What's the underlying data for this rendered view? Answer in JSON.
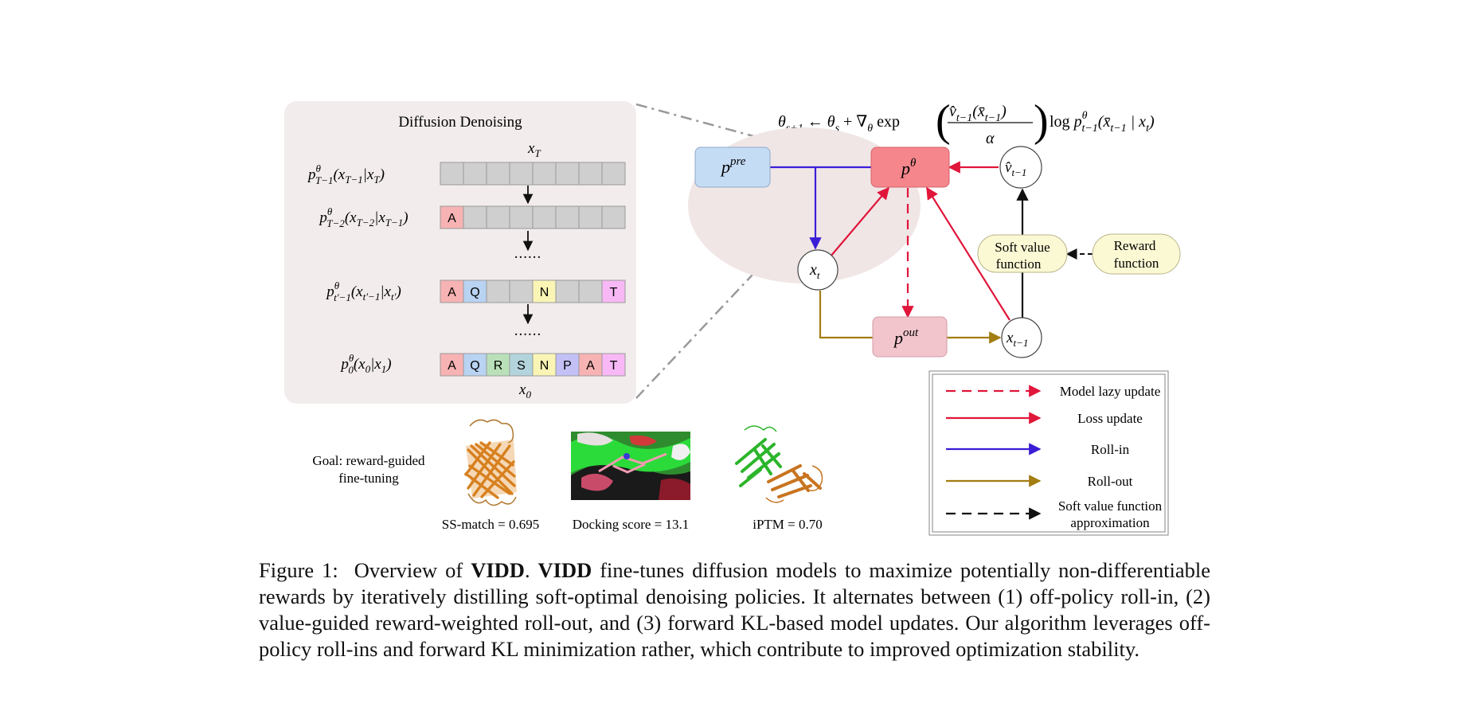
{
  "left_panel": {
    "title": "Diffusion Denoising",
    "top_label_base": "x",
    "top_label_sub": "T",
    "bottom_label_base": "x",
    "bottom_label_sub": "0",
    "dots": "......",
    "rows": [
      {
        "label": "pθT−1(xT−1|xT)",
        "tokens": [
          "",
          "",
          "",
          "",
          "",
          "",
          "",
          ""
        ]
      },
      {
        "label": "pθT−2(xT−2|xT−1)",
        "tokens": [
          "A",
          "",
          "",
          "",
          "",
          "",
          "",
          ""
        ]
      },
      {
        "label": "pθt′−1(xt′−1|xt′)",
        "tokens": [
          "A",
          "Q",
          "",
          "",
          "N",
          "",
          "",
          "T"
        ]
      },
      {
        "label": "pθ0(x0|x1)",
        "tokens": [
          "A",
          "Q",
          "R",
          "S",
          "N",
          "P",
          "A",
          "T"
        ]
      }
    ],
    "token_colors": {
      "A": "#f7b3b3",
      "Q": "#b9d3f2",
      "R": "#b9e0b9",
      "S": "#b3d4dc",
      "N": "#fbf5b5",
      "P": "#c2c0f5",
      "T": "#f8b8f5",
      "empty": "#cfcfcf"
    }
  },
  "diagram": {
    "equation": "θs+1 ← θs + ∇θ exp(v̂t−1(x̄t−1)/α) log pθt−1(x̄t−1 | xt)",
    "nodes": {
      "p_pre": "p^pre",
      "p_theta": "p^θ",
      "v_hat": "v̂t−1",
      "x_t": "xt",
      "p_out": "p^out",
      "x_t_minus_1": "xt−1",
      "soft_value": [
        "Soft value",
        "function"
      ],
      "reward": [
        "Reward",
        "function"
      ]
    },
    "colors": {
      "p_pre": "#c5dcf5",
      "p_theta": "#f4868c",
      "p_out": "#f2c5cd",
      "ellipse": "#f0e6e6",
      "soft_value": "#fbf8d4",
      "loss": "#e0163a",
      "roll_in": "#3a1ed6",
      "roll_out": "#a37d12",
      "panel": "#f2ecec"
    }
  },
  "legend": {
    "items": [
      {
        "label": [
          "Model lazy update"
        ],
        "style": "dashed",
        "color": "#e0163a"
      },
      {
        "label": [
          "Loss update"
        ],
        "style": "solid",
        "color": "#e0163a"
      },
      {
        "label": [
          "Roll-in"
        ],
        "style": "solid",
        "color": "#3a1ed6"
      },
      {
        "label": [
          "Roll-out"
        ],
        "style": "solid",
        "color": "#a37d12"
      },
      {
        "label": [
          "Soft value function",
          "approximation"
        ],
        "style": "dashed",
        "color": "#111111"
      }
    ]
  },
  "examples": {
    "goal": [
      "Goal: reward-guided",
      "fine-tuning"
    ],
    "items": [
      {
        "icon": "protein-barrel-icon",
        "caption": "SS-match = 0.695"
      },
      {
        "icon": "docking-surface-icon",
        "caption": "Docking score = 13.1"
      },
      {
        "icon": "protein-complex-icon",
        "caption": "iPTM = 0.70"
      }
    ]
  },
  "caption": {
    "label": "Figure 1:",
    "text_parts": [
      {
        "t": "Overview of ",
        "b": false
      },
      {
        "t": "VIDD",
        "b": true
      },
      {
        "t": ". ",
        "b": false
      },
      {
        "t": "VIDD",
        "b": true
      },
      {
        "t": " fine-tunes diffusion models to maximize potentially non-differentiable rewards by iteratively distilling soft-optimal denoising policies. It alternates between (1) off-policy roll-in, (2) value-guided reward-weighted roll-out, and (3) forward KL-based model updates. Our algorithm leverages off-policy roll-ins and forward KL minimization rather, which contribute to improved optimization stability.",
        "b": false
      }
    ]
  }
}
